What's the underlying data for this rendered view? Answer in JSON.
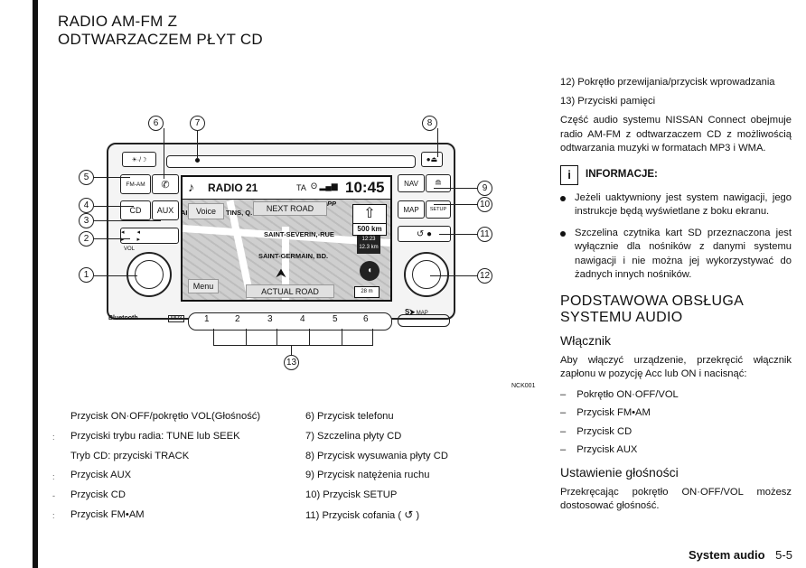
{
  "header": {
    "title_line1": "RADIO AM-FM Z",
    "title_line2": "ODTWARZACZEM PŁYT CD"
  },
  "figure": {
    "code": "NCK001",
    "callouts": [
      "1",
      "2",
      "3",
      "4",
      "5",
      "6",
      "7",
      "8",
      "9",
      "10",
      "11",
      "12",
      "13"
    ],
    "device": {
      "radio_label": "RADIO 21",
      "ta_label": "TA",
      "clock": "10:45",
      "buttons": {
        "fm_am": "FM-AM",
        "cd": "CD",
        "aux": "AUX",
        "nav": "NAV",
        "map": "MAP",
        "setup": "SETUP",
        "vol": "VOL",
        "bluetooth": "Bluetooth",
        "mp3": "MP3",
        "map_logo": "MAP"
      },
      "map": {
        "voice": "Voice",
        "menu": "Menu",
        "next_road": "NEXT ROAD",
        "actual_road": "ACTUAL ROAD",
        "street1": "SAINT-SEVERIN,-RUE",
        "street2": "SAINT-GERMAIN, BD.",
        "street3": "TINS, Q.",
        "distance": "500 km",
        "time": "12:23",
        "dist2": "12.3 km",
        "scale": "28 m",
        "ai": "AI",
        "pp": "PP"
      },
      "presets": [
        "1",
        "2",
        "3",
        "4",
        "5",
        "6"
      ]
    }
  },
  "legend_left": [
    "Przycisk ON·OFF/pokrętło VOL(Głośność)",
    "Przyciski trybu radia: TUNE lub SEEK",
    "Tryb CD: przyciski TRACK",
    "Przycisk AUX",
    "Przycisk CD",
    "Przycisk FM•AM"
  ],
  "legend_mid": [
    "6) Przycisk telefonu",
    "7) Szczelina płyty CD",
    "8) Przycisk wysuwania płyty CD",
    "9) Przycisk natężenia ruchu",
    "10) Przycisk SETUP",
    "11) Przycisk cofania (",
    ")"
  ],
  "right_column": {
    "item12": "12) Pokrętło przewijania/przycisk wprowadzania",
    "item13": "13) Przyciski pamięci",
    "intro": "Część audio systemu NISSAN Connect obejmuje radio AM-FM z odtwarzaczem CD z możliwością odtwarzania muzyki w formatach MP3 i WMA.",
    "info_icon": "i",
    "info_title": "INFORMACJE:",
    "bullets": [
      "Jeżeli uaktywniony jest system nawigacji, jego instrukcje będą wyświetlane z boku ekranu.",
      "Szczelina czytnika kart SD przeznaczona jest wyłącznie dla nośników z danymi systemu nawigacji i nie można jej wykorzystywać do żadnych innych nośników."
    ],
    "section_title_line1": "PODSTAWOWA OBSŁUGA",
    "section_title_line2": "SYSTEMU AUDIO",
    "sub1": "Włącznik",
    "sub1_text": "Aby włączyć urządzenie, przekręcić włącznik zapłonu w pozycję Acc lub ON i nacisnąć:",
    "dash_items": [
      "Pokrętło ON·OFF/VOL",
      "Przycisk FM•AM",
      "Przycisk CD",
      "Przycisk AUX"
    ],
    "dash_mark": "–",
    "sub2": "Ustawienie głośności",
    "sub2_text": "Przekręcając pokrętło ON·OFF/VOL możesz dostosować głośność."
  },
  "footer": {
    "section": "System audio",
    "page": "5-5"
  }
}
